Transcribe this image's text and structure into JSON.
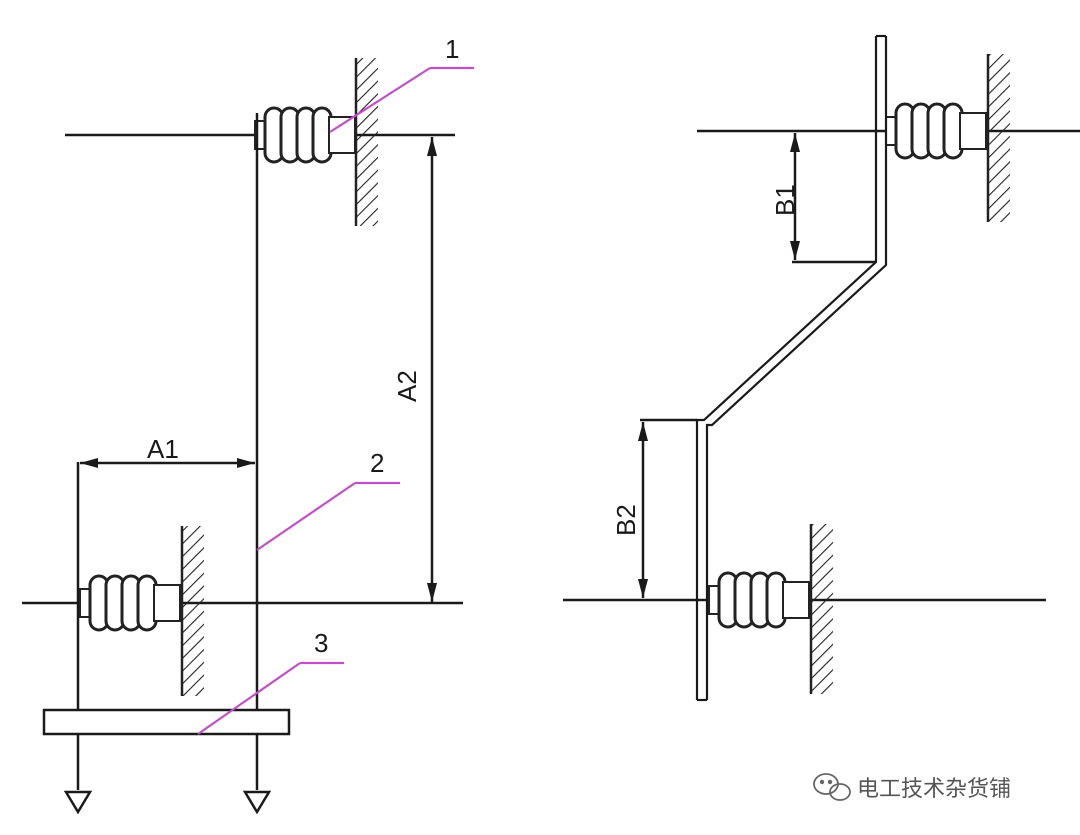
{
  "left_figure": {
    "callouts": [
      "1",
      "2",
      "3"
    ],
    "dimensions": {
      "horizontal": "A1",
      "vertical": "A2"
    }
  },
  "right_figure": {
    "dimensions": {
      "upper": "B1",
      "lower": "B2"
    }
  },
  "watermark": {
    "text": "电工技术杂货铺",
    "icon": "wechat-icon"
  },
  "colors": {
    "line": "#1a1a1a",
    "callout": "#c050c8",
    "insulator": "#2b2b2b",
    "background": "#ffffff"
  }
}
